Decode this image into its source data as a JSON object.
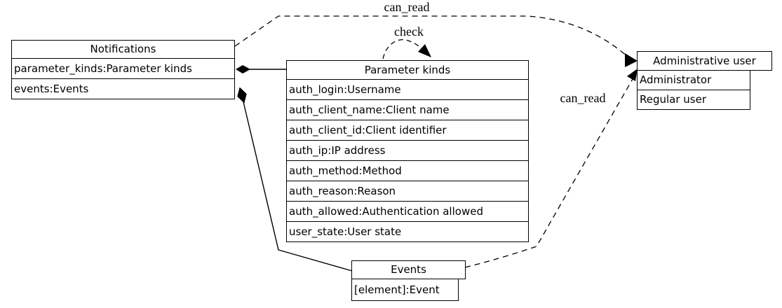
{
  "colors": {
    "background": "#ffffff",
    "line": "#000000",
    "text": "#000000"
  },
  "nodes": {
    "notifications": {
      "title": "Notifications",
      "rows": [
        "parameter_kinds:Parameter kinds",
        "events:Events"
      ]
    },
    "parameter_kinds": {
      "title": "Parameter kinds",
      "rows": [
        "auth_login:Username",
        "auth_client_name:Client name",
        "auth_client_id:Client identifier",
        "auth_ip:IP address",
        "auth_method:Method",
        "auth_reason:Reason",
        "auth_allowed:Authentication allowed",
        "user_state:User state"
      ]
    },
    "events": {
      "title": "Events",
      "rows": [
        "[element]:Event"
      ]
    },
    "administrative_user": {
      "title": "Administrative user",
      "rows": [
        "Administrator",
        "Regular user"
      ]
    }
  },
  "edges": {
    "can_read_top": {
      "label": "can_read",
      "from": "Notifications",
      "to": "Administrative user",
      "style": "dashed-arrow"
    },
    "check": {
      "label": "check",
      "from": "Parameter kinds",
      "to": "Parameter kinds",
      "style": "dashed-arrow"
    },
    "can_read_bottom": {
      "label": "can_read",
      "from": "Events",
      "to": "Administrative user",
      "style": "dashed-arrow"
    },
    "notifications_parameter_kinds": {
      "label": "",
      "from": "Notifications",
      "to": "Parameter kinds",
      "style": "solid-diamond"
    },
    "notifications_events": {
      "label": "",
      "from": "Notifications",
      "to": "Events",
      "style": "solid-diamond"
    }
  }
}
